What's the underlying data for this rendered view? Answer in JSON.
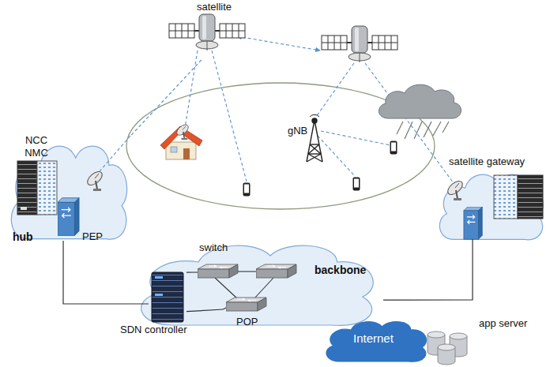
{
  "diagram": {
    "nodes": [
      {
        "text": [
          "satellite"
        ]
      },
      {
        "text": [
          "hub"
        ]
      },
      {
        "text": [
          "NCC NMC"
        ],
        "in": 1
      },
      {
        "text": [
          "PEP"
        ],
        "in": 1
      },
      {
        "text": [
          "gNB"
        ]
      },
      {
        "text": [
          "satellite gateway"
        ]
      },
      {
        "text": [
          "backbone"
        ]
      },
      {
        "text": [
          "switch"
        ],
        "in": 6
      },
      {
        "text": [
          "SDN controller"
        ],
        "in": 6
      },
      {
        "text": [
          "POP"
        ],
        "in": 6
      },
      {
        "text": [
          "Internet"
        ]
      },
      {
        "text": [
          "app server"
        ]
      }
    ],
    "edges": [
      {
        "from": 0,
        "to": 1,
        "arrow": "none"
      },
      {
        "from": 3,
        "to": 8,
        "arrow": "none"
      },
      {
        "from": 5,
        "to": 6,
        "arrow": "none"
      },
      {
        "from": 8,
        "to": 7,
        "arrow": "none"
      },
      {
        "from": 8,
        "to": 9,
        "arrow": "none"
      }
    ]
  }
}
